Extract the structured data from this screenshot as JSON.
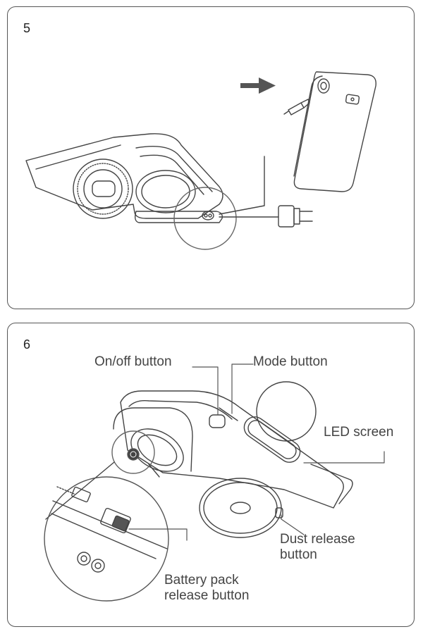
{
  "steps": [
    {
      "number": "5"
    },
    {
      "number": "6",
      "labels": {
        "on_off_button": "On/off button",
        "mode_button": "Mode button",
        "led_screen": "LED screen",
        "dust_release_button": "Dust release\nbutton",
        "battery_pack_release_button": "Battery pack\nrelease button"
      }
    }
  ]
}
